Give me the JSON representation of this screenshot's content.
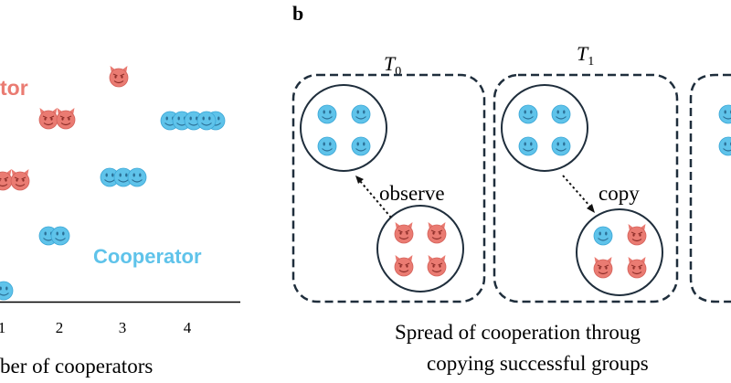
{
  "panel_a": {
    "defector_label": "tor",
    "cooperator_label": "Cooperator",
    "x_ticks": [
      "1",
      "2",
      "3",
      "4"
    ],
    "x_axis_label": "ber of cooperators",
    "defector_color": "#ea7b72",
    "cooperator_color": "#5fc3ea"
  },
  "panel_b": {
    "label": "b",
    "time_labels": [
      "T",
      "T"
    ],
    "time_subscripts": [
      "0",
      "1"
    ],
    "observe_label": "observe",
    "copy_label": "copy",
    "caption_line1": "Spread of cooperation throug",
    "caption_line2": "copying successful groups"
  },
  "icons": [
    "devil-face-icon",
    "smiley-face-icon"
  ]
}
